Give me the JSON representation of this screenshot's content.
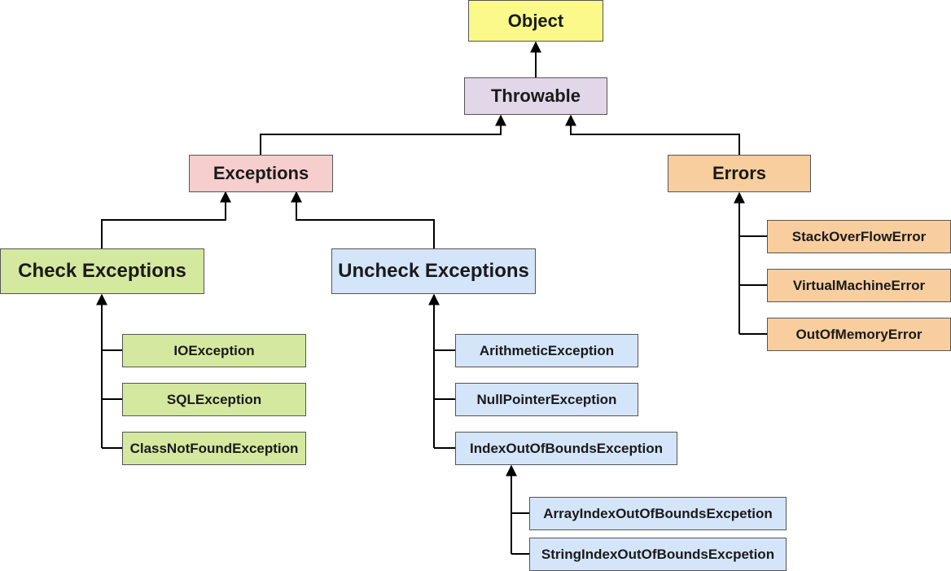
{
  "nodes": {
    "object": "Object",
    "throwable": "Throwable",
    "exceptions": "Exceptions",
    "errors": "Errors",
    "check_exceptions": "Check Exceptions",
    "uncheck_exceptions": "Uncheck Exceptions",
    "io_exception": "IOException",
    "sql_exception": "SQLException",
    "class_not_found_exception": "ClassNotFoundException",
    "arithmetic_exception": "ArithmeticException",
    "null_pointer_exception": "NullPointerException",
    "index_out_of_bounds_exception": "IndexOutOfBoundsException",
    "array_index_out_of_bounds": "ArrayIndexOutOfBoundsExcpetion",
    "string_index_out_of_bounds": "StringIndexOutOfBoundsExcpetion",
    "stack_overflow_error": "StackOverFlowError",
    "virtual_machine_error": "VirtualMachineError",
    "out_of_memory_error": "OutOfMemoryError"
  },
  "colors": {
    "object": "#fbf98a",
    "throwable": "#e2d7e8",
    "exceptions": "#f5cecd",
    "errors": "#f8ce9f",
    "checked": "#d5e8a0",
    "unchecked": "#d4e5fa",
    "connector": "#000000"
  }
}
